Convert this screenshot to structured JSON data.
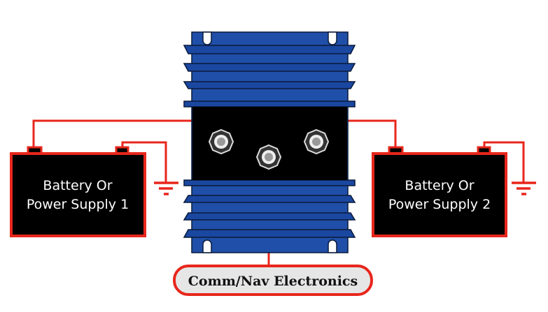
{
  "batteries": [
    {
      "line1": "Battery Or",
      "line2": "Power Supply 1"
    },
    {
      "line1": "Battery Or",
      "line2": "Power Supply 2"
    }
  ],
  "output_label": "Comm/Nav Electronics",
  "colors": {
    "wire": "#e8261c",
    "device": "#1f4fa8",
    "battery": "#000000",
    "pill_fill": "#e6e6e6"
  }
}
